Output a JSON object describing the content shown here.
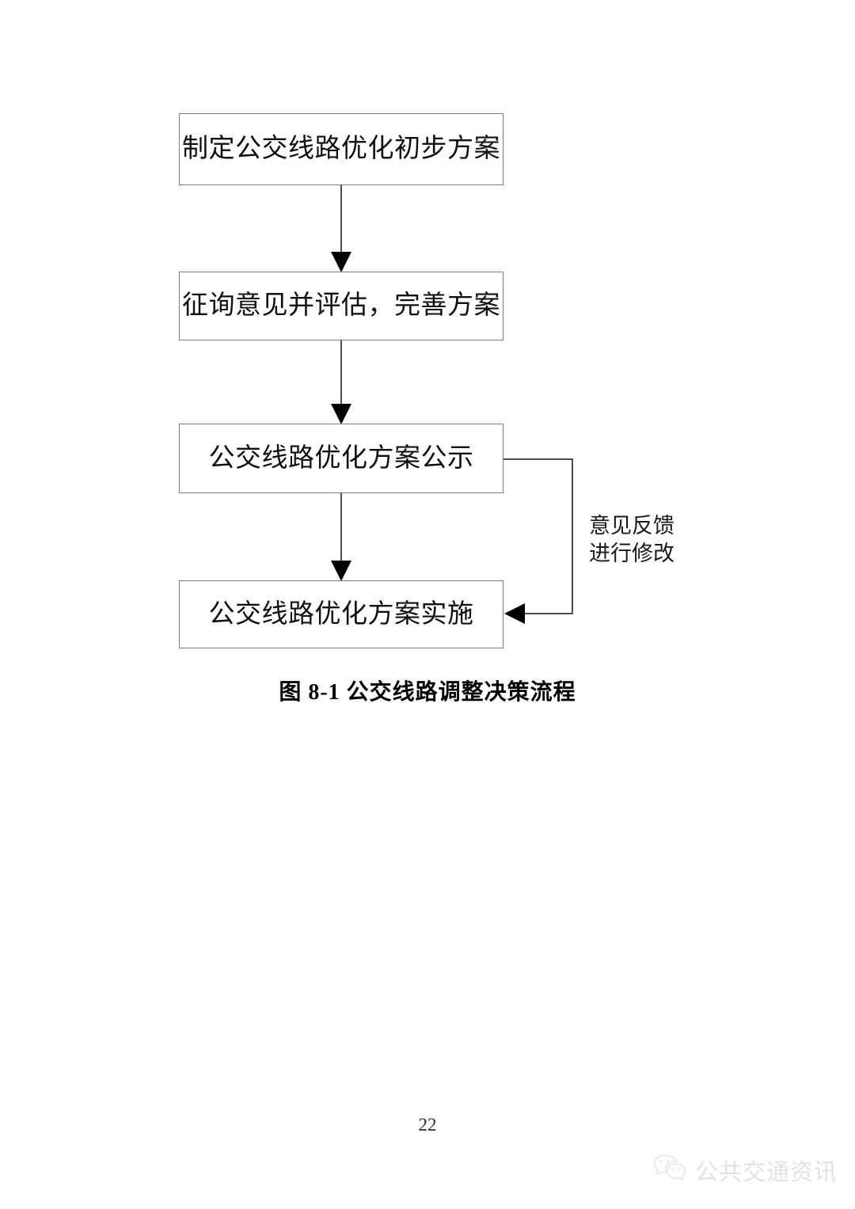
{
  "document": {
    "page_number": "22",
    "caption": "图 8-1  公交线路调整决策流程"
  },
  "chart_data": {
    "type": "diagram",
    "subtype": "flowchart",
    "title": "图 8-1  公交线路调整决策流程",
    "orientation": "top-to-bottom",
    "nodes": [
      {
        "id": "n1",
        "label": "制定公交线路优化初步方案",
        "shape": "rectangle"
      },
      {
        "id": "n2",
        "label": "征询意见并评估，完善方案",
        "shape": "rectangle"
      },
      {
        "id": "n3",
        "label": "公交线路优化方案公示",
        "shape": "rectangle"
      },
      {
        "id": "n4",
        "label": "公交线路优化方案实施",
        "shape": "rectangle"
      }
    ],
    "edges": [
      {
        "from": "n1",
        "to": "n2",
        "label": "",
        "style": "straight-down-arrow"
      },
      {
        "from": "n2",
        "to": "n3",
        "label": "",
        "style": "straight-down-arrow"
      },
      {
        "from": "n3",
        "to": "n4",
        "label": "",
        "style": "straight-down-arrow"
      },
      {
        "from": "n3",
        "to": "n4",
        "label": "意见反馈\n进行修改",
        "style": "right-side-loop-arrow"
      }
    ],
    "colors": {
      "box_border": "#7d7d7d",
      "box_fill": "#ffffff",
      "connector": "#4d4d4d",
      "arrowhead": "#000000",
      "text": "#101010"
    }
  },
  "flowchart": {
    "boxes": [
      {
        "label": "制定公交线路优化初步方案"
      },
      {
        "label": "征询意见并评估，完善方案"
      },
      {
        "label": "公交线路优化方案公示"
      },
      {
        "label": "公交线路优化方案实施"
      }
    ],
    "loop_label": {
      "line1": "意见反馈",
      "line2": "进行修改"
    }
  },
  "watermark": {
    "text": "公共交通资讯",
    "icon": "wechat-icon",
    "color": "#c9c9c9"
  }
}
